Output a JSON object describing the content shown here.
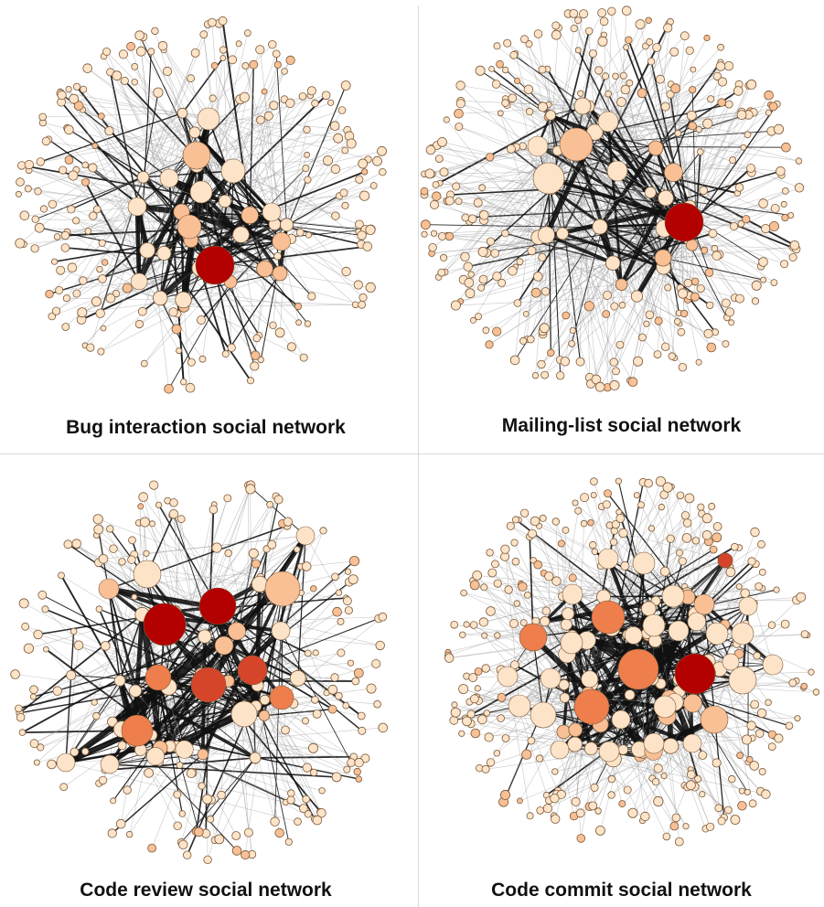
{
  "figure": {
    "panels": [
      {
        "caption": "Bug interaction social network",
        "nodes": 210,
        "hubs": 22,
        "seed": 11,
        "strong_edge_share": 0.35,
        "cluster": "single-central",
        "highlight_count": 1
      },
      {
        "caption": "Mailing-list social network",
        "nodes": 300,
        "hubs": 22,
        "seed": 23,
        "strong_edge_share": 0.25,
        "cluster": "upper-left-dense",
        "highlight_count": 1
      },
      {
        "caption": "Code review social network",
        "nodes": 190,
        "hubs": 30,
        "seed": 37,
        "strong_edge_share": 0.45,
        "cluster": "diffuse",
        "highlight_count": 8
      },
      {
        "caption": "Code commit social network",
        "nodes": 260,
        "hubs": 55,
        "seed": 53,
        "strong_edge_share": 0.2,
        "cluster": "dense-grid",
        "highlight_count": 6
      }
    ],
    "colors": {
      "node_light": "#fde3c8",
      "node_mid": "#f9bf95",
      "node_orange": "#ef7e4d",
      "node_dark_orange": "#d5452a",
      "node_red": "#b30000",
      "edge_dark": "#111111",
      "edge_light": "#9a9a9a",
      "node_stroke": "#7a5a3a"
    }
  }
}
